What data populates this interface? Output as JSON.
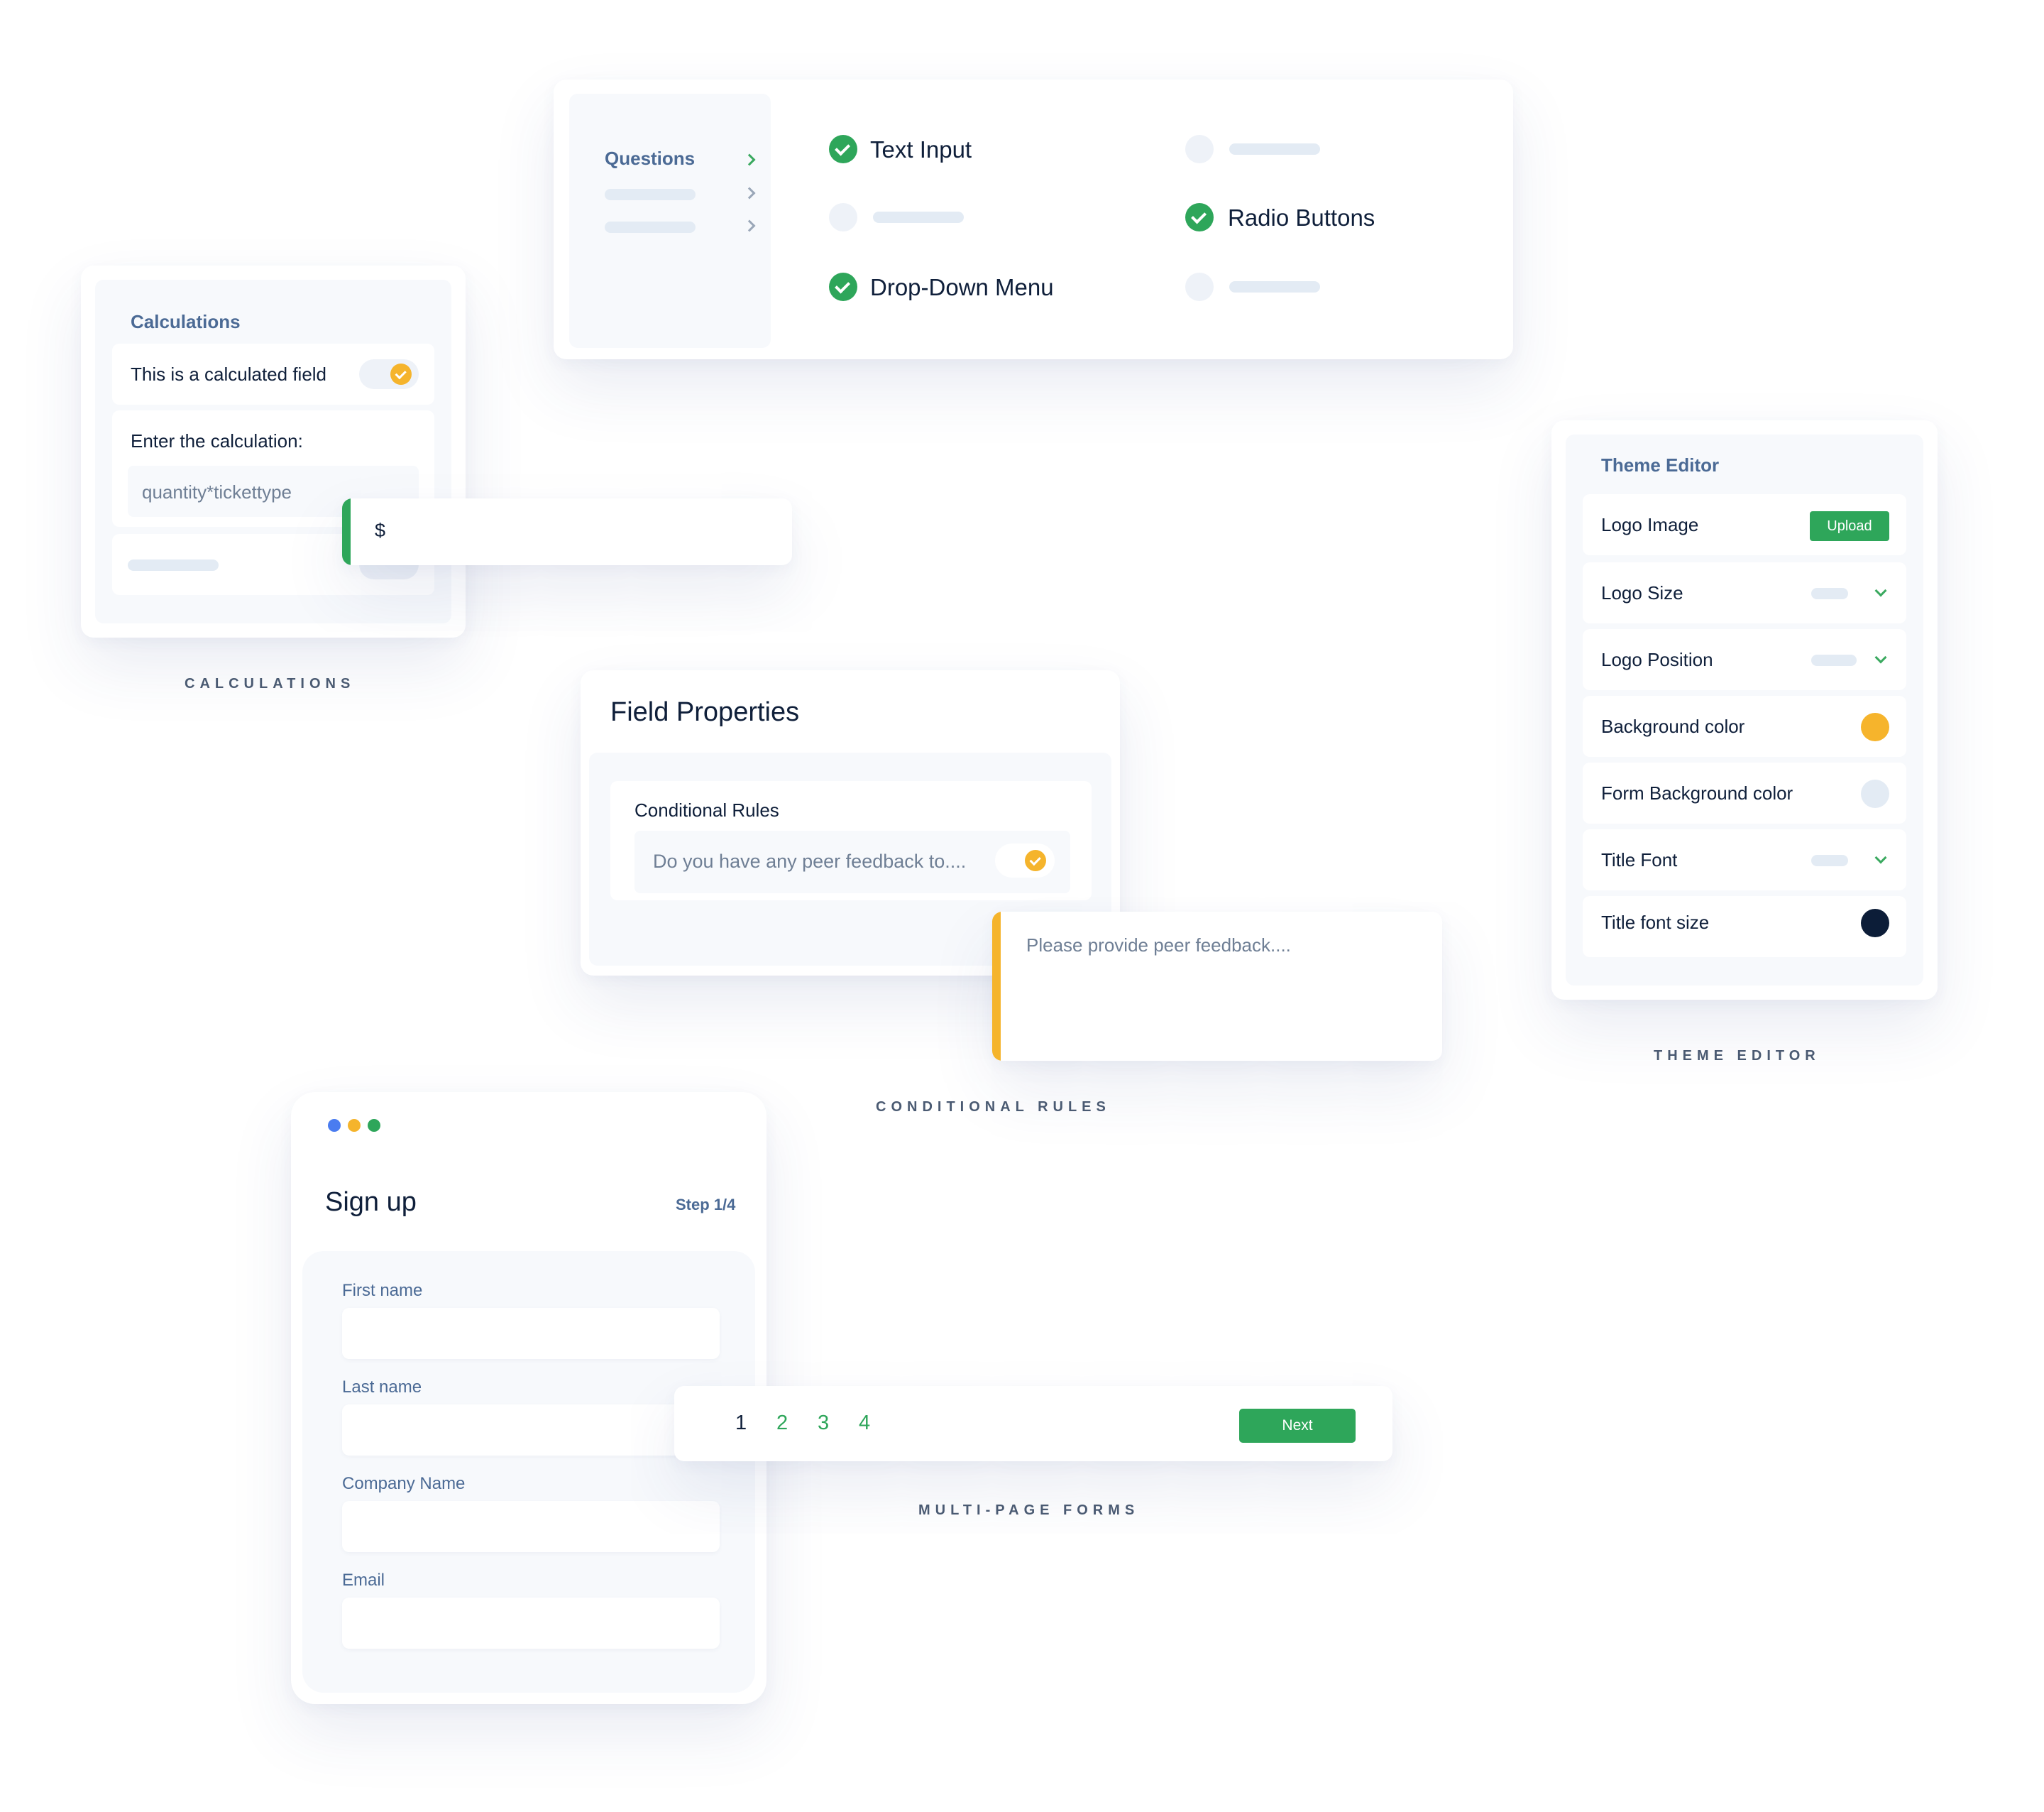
{
  "questions_panel": {
    "sidebar_label": "Questions",
    "items": [
      {
        "label": "Text Input",
        "checked": true
      },
      {
        "label": "Radio Buttons",
        "checked": true
      },
      {
        "label": "Drop-Down Menu",
        "checked": true
      }
    ]
  },
  "calculations": {
    "title": "Calculations",
    "calculated_field_label": "This is a calculated field",
    "enter_calc_label": "Enter the calculation:",
    "calc_value": "quantity*tickettype",
    "currency_symbol": "$",
    "caption": "CALCULATIONS"
  },
  "field_properties": {
    "title": "Field Properties",
    "rules_label": "Conditional Rules",
    "rule_question": "Do you have any peer feedback to....",
    "feedback_placeholder": "Please provide peer feedback....",
    "caption": "CONDITIONAL RULES"
  },
  "theme_editor": {
    "title": "Theme Editor",
    "logo_image": "Logo Image",
    "upload_label": "Upload",
    "logo_size": "Logo Size",
    "logo_position": "Logo Position",
    "background_color": "Background color",
    "form_background_color": "Form Background color",
    "title_font": "Title Font",
    "title_font_size": "Title font size",
    "caption": "THEME EDITOR",
    "colors": {
      "background": "#f6b42c",
      "form_background": "#e3ebf4",
      "title_font_size": "#0c1d38"
    }
  },
  "signup": {
    "title": "Sign up",
    "step": "Step 1/4",
    "fields": {
      "first_name": "First name",
      "last_name": "Last name",
      "company_name": "Company Name",
      "email": "Email"
    },
    "window_dots": [
      "#4a7cf0",
      "#f5b42c",
      "#2ea65a"
    ]
  },
  "pagination": {
    "pages": [
      "1",
      "2",
      "3",
      "4"
    ],
    "current": "1",
    "next_label": "Next",
    "caption": "MULTI-PAGE FORMS"
  },
  "colors": {
    "accent_green": "#2ea65a",
    "accent_yellow": "#f5b42c",
    "text_dark": "#0f1f3a"
  }
}
